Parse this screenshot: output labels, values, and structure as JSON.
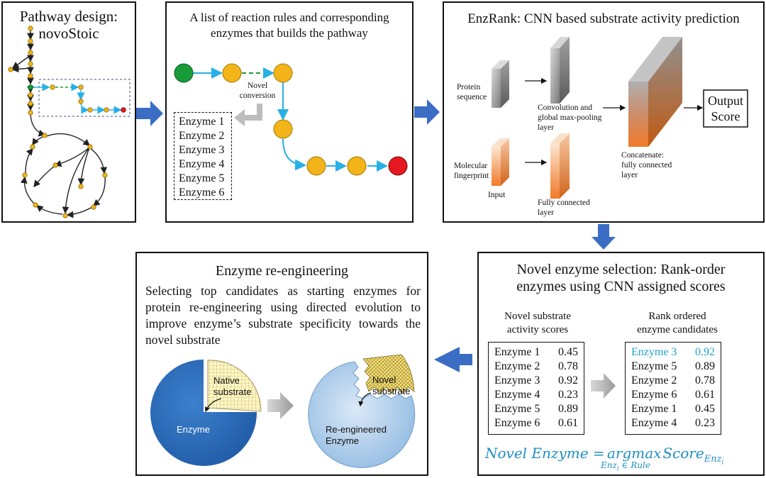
{
  "colors": {
    "node_orange": "#f2b419",
    "node_green": "#1a9b3a",
    "node_red": "#e3191f",
    "edge_blue": "#27b0e6",
    "arrow_blue": "#3b6dc4",
    "cnn_gray": "#8c8c8c",
    "cnn_orange": "#f08a3c",
    "enzyme_blue": "#2f6db8",
    "reengineered_blue": "#9ec3e6",
    "highlight_cyan": "#1fa3c8"
  },
  "panel_pathway": {
    "title_line1": "Pathway design:",
    "title_line2": "novoStoic"
  },
  "panel_rules": {
    "title_line1": "A list of reaction rules and corresponding",
    "title_line2": "enzymes that builds the pathway",
    "novel_line1": "Novel",
    "novel_line2": "conversion",
    "enzymes": [
      "Enzyme 1",
      "Enzyme 2",
      "Enzyme 3",
      "Enzyme 4",
      "Enzyme 5",
      "Enzyme 6"
    ]
  },
  "panel_enzrank": {
    "title": "EnzRank: CNN based substrate activity prediction",
    "protein_line1": "Protein",
    "protein_line2": "sequence",
    "molecular_line1": "Molecular",
    "molecular_line2": "fingerprint",
    "input_label": "Input",
    "conv_line1": "Convolution and",
    "conv_line2": "global max-pooling",
    "conv_line3": "layer",
    "fc_line1": "Fully connected",
    "fc_line2": "layer",
    "concat_line1": "Concatenate:",
    "concat_line2": "fully connected",
    "concat_line3": "layer",
    "output_line1": "Output",
    "output_line2": "Score"
  },
  "panel_selection": {
    "title_line1": "Novel enzyme selection: Rank-order",
    "title_line2": "enzymes using CNN assigned scores",
    "left_heading_line1": "Novel substrate",
    "left_heading_line2": "activity scores",
    "right_heading_line1": "Rank ordered",
    "right_heading_line2": "enzyme candidates",
    "scores": [
      {
        "name": "Enzyme 1",
        "score": "0.45"
      },
      {
        "name": "Enzyme 2",
        "score": "0.78"
      },
      {
        "name": "Enzyme 3",
        "score": "0.92"
      },
      {
        "name": "Enzyme 4",
        "score": "0.23"
      },
      {
        "name": "Enzyme 5",
        "score": "0.89"
      },
      {
        "name": "Enzyme 6",
        "score": "0.61"
      }
    ],
    "ranked": [
      {
        "name": "Enzyme 3",
        "score": "0.92"
      },
      {
        "name": "Enzyme 5",
        "score": "0.89"
      },
      {
        "name": "Enzyme 2",
        "score": "0.78"
      },
      {
        "name": "Enzyme 6",
        "score": "0.61"
      },
      {
        "name": "Enzyme 1",
        "score": "0.45"
      },
      {
        "name": "Enzyme 4",
        "score": "0.23"
      }
    ],
    "formula_lhs": "Novel Enzyme = ",
    "formula_argmax": "argmax",
    "formula_sub": "Enz",
    "formula_sub_i": "i",
    "formula_sub_rest": " ∈ Rule",
    "formula_score": " Score",
    "formula_score_sub": "Enz",
    "formula_score_sub_i": "i"
  },
  "panel_reengineering": {
    "title": "Enzyme re-engineering",
    "description": "Selecting top candidates as starting enzymes for protein re-engineering using directed evolution to improve enzyme’s substrate specificity towards the novel substrate",
    "native_line1": "Native",
    "native_line2": "substrate",
    "enzyme_label": "Enzyme",
    "novel_line1": "Novel",
    "novel_line2": "substrate",
    "reeng_line1": "Re-engineered",
    "reeng_line2": "Enzyme"
  }
}
